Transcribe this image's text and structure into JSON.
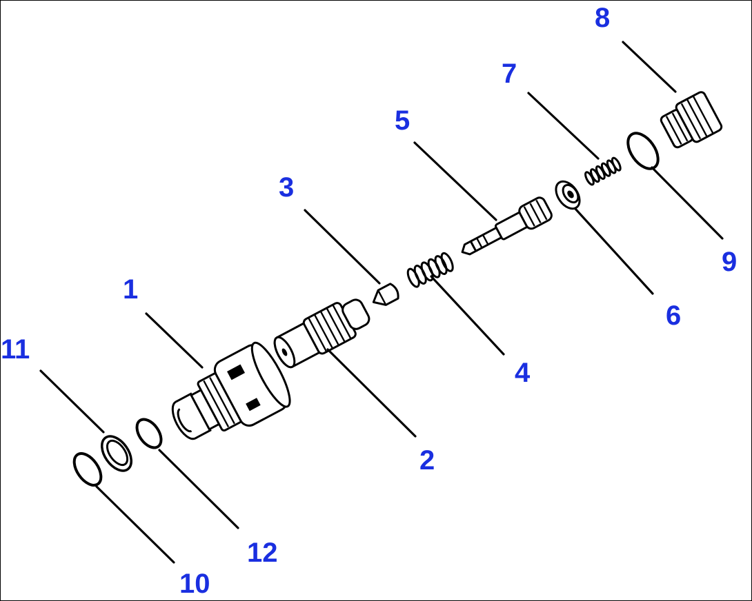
{
  "diagram": {
    "type": "exploded-parts-view",
    "callout_color": "#1a2fe0",
    "parts": [
      {
        "id": "part-1",
        "label": "1"
      },
      {
        "id": "part-2",
        "label": "2"
      },
      {
        "id": "part-3",
        "label": "3"
      },
      {
        "id": "part-4",
        "label": "4"
      },
      {
        "id": "part-5",
        "label": "5"
      },
      {
        "id": "part-6",
        "label": "6"
      },
      {
        "id": "part-7",
        "label": "7"
      },
      {
        "id": "part-8",
        "label": "8"
      },
      {
        "id": "part-9",
        "label": "9"
      },
      {
        "id": "part-10",
        "label": "10"
      },
      {
        "id": "part-11",
        "label": "11"
      },
      {
        "id": "part-12",
        "label": "12"
      }
    ]
  }
}
